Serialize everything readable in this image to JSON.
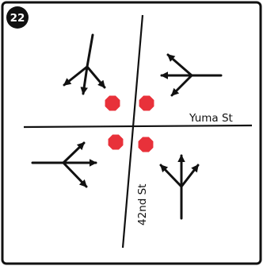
{
  "badge_number": "22",
  "streets": {
    "horizontal": "Yuma St",
    "vertical": "42nd St"
  },
  "colors": {
    "stroke": "#111111",
    "stop_sign": "#e8313a",
    "stop_sign_border": "#ffffff",
    "badge_background": "#111111",
    "badge_text": "#ffffff",
    "background": "#ffffff"
  },
  "stop_sign_count": 4,
  "movement_icons": [
    {
      "approach": "north",
      "movements": [
        "left",
        "through",
        "right"
      ]
    },
    {
      "approach": "east",
      "movements": [
        "left",
        "through",
        "right"
      ]
    },
    {
      "approach": "west",
      "movements": [
        "left",
        "through",
        "right"
      ]
    },
    {
      "approach": "south",
      "movements": [
        "left",
        "through",
        "right"
      ]
    }
  ]
}
